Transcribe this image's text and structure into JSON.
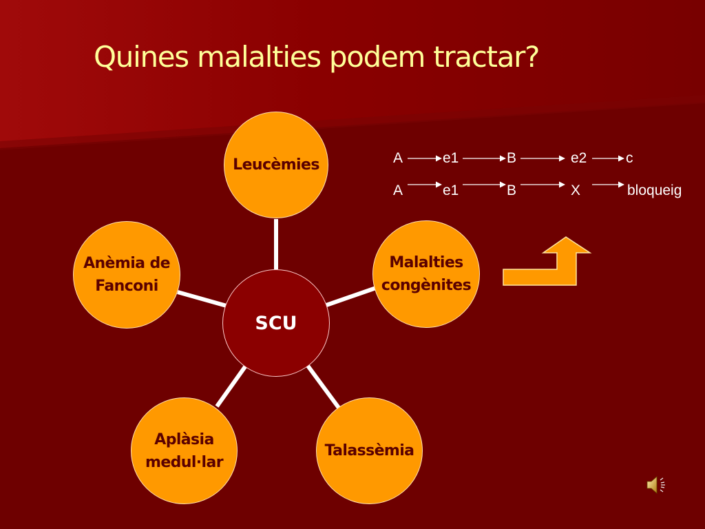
{
  "slide": {
    "title": "Quines malalties podem tractar?"
  },
  "diagram": {
    "center": "SCU",
    "nodes": {
      "leucemies": "Leucèmies",
      "malalties_1": "Malalties",
      "malalties_2": "congènites",
      "talassemia": "Talassèmia",
      "aplasia_1": "Aplàsia",
      "aplasia_2": "medul·lar",
      "anemia_1": "Anèmia de",
      "anemia_2": "Fanconi"
    },
    "colors": {
      "background": "#6e0000",
      "node_fill": "#ff9900",
      "node_text": "#5a0000",
      "center_fill": "#8b0000",
      "title": "#ffff99"
    }
  },
  "pathway": {
    "normal": [
      "A",
      "e1",
      "B",
      "e2",
      "c"
    ],
    "blocked": [
      "A",
      "e1",
      "B",
      "X",
      "bloqueig"
    ]
  },
  "icons": {
    "speaker": "speaker-icon",
    "arrow": "up-turn-arrow-icon"
  }
}
